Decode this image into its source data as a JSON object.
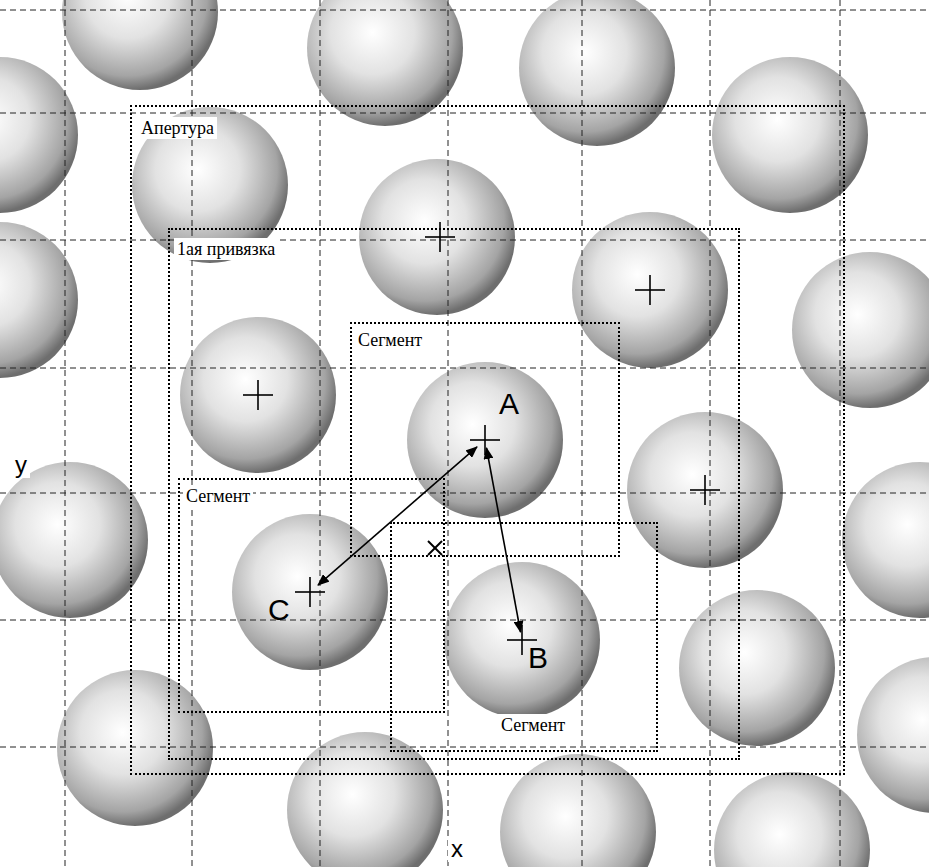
{
  "diagram": {
    "nodes": [
      {
        "text": [
          "Апертура"
        ]
      },
      {
        "text": [
          "1ая привязка"
        ],
        "in": 0
      },
      {
        "text": [
          "Сегмент"
        ],
        "in": 1
      },
      {
        "text": [
          "A"
        ],
        "in": 2
      },
      {
        "text": [
          "Сегмент"
        ],
        "in": 1
      },
      {
        "text": [
          "C"
        ],
        "in": 4
      },
      {
        "text": [
          "Сегмент"
        ],
        "in": 1
      },
      {
        "text": [
          "B"
        ],
        "in": 6
      }
    ],
    "edges": [
      {
        "from": 3,
        "to": 5,
        "arrow": "both"
      },
      {
        "from": 3,
        "to": 7,
        "arrow": "both"
      }
    ],
    "labels": [
      "y",
      "x"
    ]
  }
}
